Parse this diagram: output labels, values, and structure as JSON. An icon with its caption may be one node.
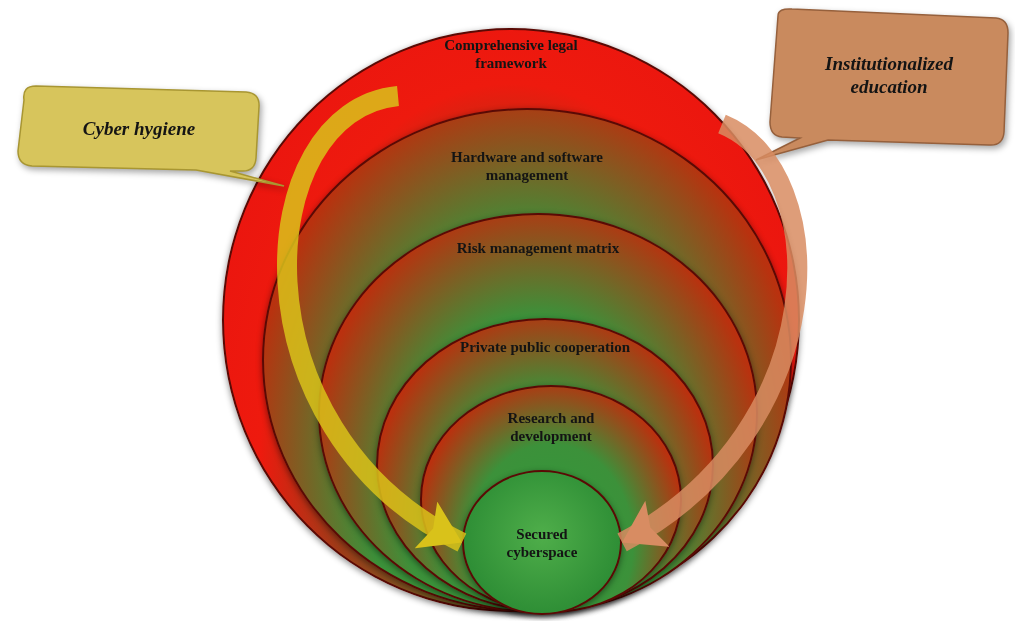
{
  "diagram": {
    "nodes": [
      {
        "text": [
          "Comprehensive legal framework"
        ]
      },
      {
        "text": [
          "Hardware and software management"
        ],
        "in": 0
      },
      {
        "text": [
          "Risk management matrix"
        ],
        "in": 1
      },
      {
        "text": [
          "Private public cooperation"
        ],
        "in": 2
      },
      {
        "text": [
          "Research and development"
        ],
        "in": 3
      },
      {
        "text": [
          "Secured cyberspace"
        ],
        "in": 4
      },
      {
        "text": [
          "Cyber hygiene"
        ]
      },
      {
        "text": [
          "Institutionalized education"
        ]
      }
    ],
    "edges": [
      {
        "from": null,
        "to": 5,
        "arrow": "to",
        "color": "#d9c21a"
      },
      {
        "from": null,
        "to": 5,
        "arrow": "to",
        "color": "#d88c62"
      }
    ]
  }
}
